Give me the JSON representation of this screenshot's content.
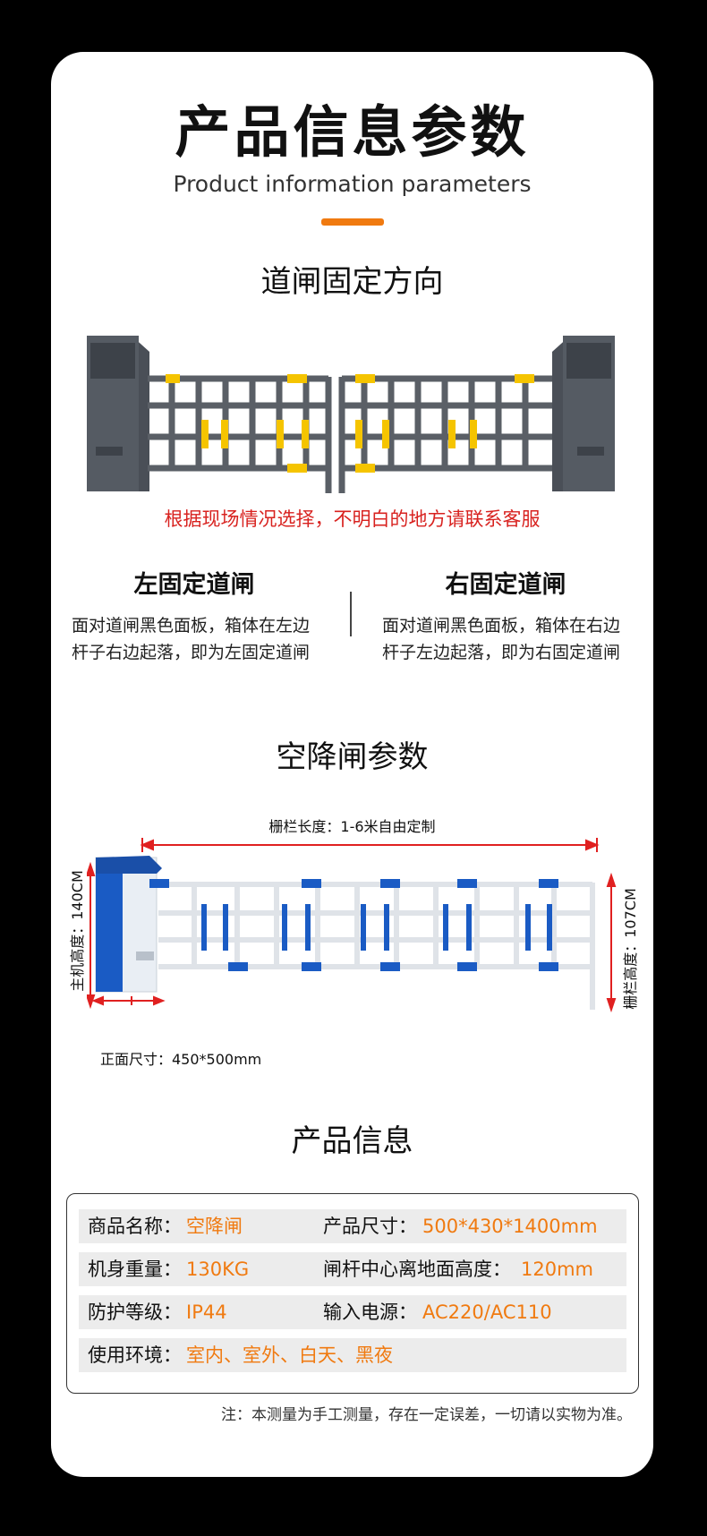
{
  "header": {
    "title": "产品信息参数",
    "subtitle": "Product information parameters"
  },
  "direction_section": {
    "title": "道闸固定方向",
    "note": "根据现场情况选择，不明白的地方请联系客服",
    "left": {
      "title": "左固定道闸",
      "desc_line1": "面对道闸黑色面板，箱体在左边",
      "desc_line2": "杆子右边起落，即为左固定道闸"
    },
    "right": {
      "title": "右固定道闸",
      "desc_line1": "面对道闸黑色面板，箱体在右边",
      "desc_line2": "杆子左边起落，即为右固定道闸"
    }
  },
  "params_section": {
    "title": "空降闸参数",
    "fence_length": "栅栏长度：1-6米自由定制",
    "host_height": "主机高度：140CM",
    "fence_height": "栅栏高度：107CM",
    "front_size": "正面尺寸：450*500mm"
  },
  "info_section": {
    "title": "产品信息",
    "rows": [
      {
        "l1": "商品名称：",
        "v1": "空降闸",
        "l2": "产品尺寸：",
        "v2": "500*430*1400mm"
      },
      {
        "l1": "机身重量：",
        "v1": "130KG",
        "l2": "闸杆中心离地面高度：",
        "v2": "120mm"
      },
      {
        "l1": "防护等级：",
        "v1": "IP44",
        "l2": "输入电源：",
        "v2": "AC220/AC110"
      },
      {
        "l1": "使用环境：",
        "v1": "室内、室外、白天、黑夜",
        "l2": "",
        "v2": ""
      }
    ],
    "footnote": "注：本测量为手工测量，存在一定误差，一切请以实物为准。"
  },
  "colors": {
    "accent": "#f07a10",
    "note_red": "#d8221f",
    "gate_dark": "#4a4f57",
    "stripe_yellow": "#f5c400",
    "stripe_blue": "#1a5bc4"
  }
}
